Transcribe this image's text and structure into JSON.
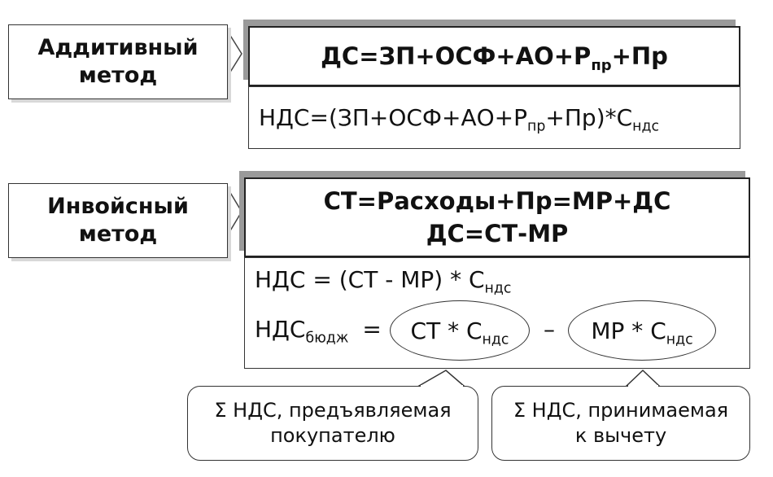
{
  "additive": {
    "label_line1": "Аддитивный",
    "label_line2": "метод",
    "main_formula": {
      "pre": "ДС=ЗП+ОСФ+АО+Р",
      "sub": "пр",
      "post": "+Пр"
    },
    "vat_formula": {
      "pre": "НДС=(ЗП+ОСФ+АО+Р",
      "sub1": "пр",
      "mid": "+Пр)*С",
      "sub2": "ндс"
    }
  },
  "invoice": {
    "label_line1": "Инвойсный",
    "label_line2": "метод",
    "main_formula_line1": "СТ=Расходы+Пр=МР+ДС",
    "main_formula_line2": "ДС=СТ-МР",
    "vat_formula": {
      "pre": "НДС = (СТ - МР) * С",
      "sub": "ндс"
    },
    "budget_formula": {
      "lhs": "НДС",
      "lhs_sub": "бюдж",
      "eq": "=",
      "term1": "СТ * С",
      "term1_sub": "ндс",
      "minus": "–",
      "term2": "МР * С",
      "term2_sub": "ндс"
    }
  },
  "callouts": {
    "left_line1": "Σ НДС, предъявляемая",
    "left_line2": "покупателю",
    "right_line1": "Σ НДС, принимаемая",
    "right_line2": "к вычету"
  }
}
